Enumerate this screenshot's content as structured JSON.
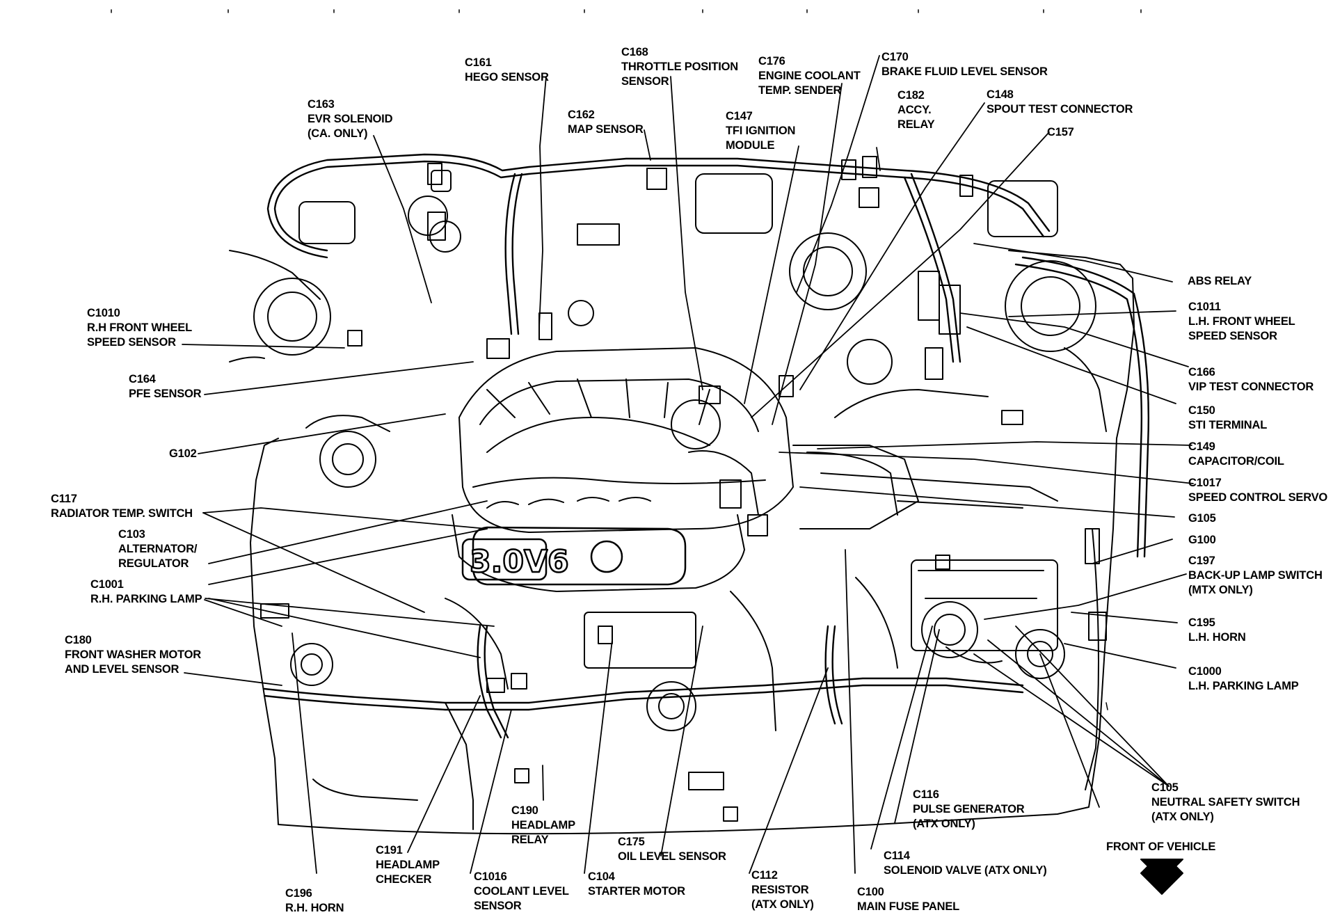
{
  "engine_badge": "3.0V6",
  "front_of_vehicle": "FRONT OF VEHICLE",
  "callouts": [
    {
      "id": "c161",
      "lines": [
        "C161",
        "HEGO SENSOR"
      ]
    },
    {
      "id": "c168",
      "lines": [
        "C168",
        "THROTTLE POSITION",
        "SENSOR"
      ]
    },
    {
      "id": "c176",
      "lines": [
        "C176",
        "ENGINE COOLANT",
        "TEMP. SENDER"
      ]
    },
    {
      "id": "c170",
      "lines": [
        "C170",
        "BRAKE FLUID LEVEL SENSOR"
      ]
    },
    {
      "id": "c163",
      "lines": [
        "C163",
        "EVR SOLENOID",
        "(CA. ONLY)"
      ]
    },
    {
      "id": "c162",
      "lines": [
        "C162",
        "MAP SENSOR"
      ]
    },
    {
      "id": "c147",
      "lines": [
        "C147",
        "TFI IGNITION",
        "MODULE"
      ]
    },
    {
      "id": "c182",
      "lines": [
        "C182",
        "ACCY.",
        "RELAY"
      ]
    },
    {
      "id": "c148",
      "lines": [
        "C148",
        "SPOUT TEST CONNECTOR"
      ]
    },
    {
      "id": "c157",
      "lines": [
        "C157"
      ]
    },
    {
      "id": "abs",
      "lines": [
        "ABS RELAY"
      ]
    },
    {
      "id": "c1010",
      "lines": [
        "C1010",
        "R.H FRONT WHEEL",
        "SPEED SENSOR"
      ]
    },
    {
      "id": "c1011",
      "lines": [
        "C1011",
        "L.H. FRONT WHEEL",
        "SPEED SENSOR"
      ]
    },
    {
      "id": "c164",
      "lines": [
        "C164",
        "PFE SENSOR"
      ]
    },
    {
      "id": "c166",
      "lines": [
        "C166",
        "VIP TEST CONNECTOR"
      ]
    },
    {
      "id": "c150",
      "lines": [
        "C150",
        "STI TERMINAL"
      ]
    },
    {
      "id": "g102",
      "lines": [
        "G102"
      ]
    },
    {
      "id": "c149",
      "lines": [
        "C149",
        "CAPACITOR/COIL"
      ]
    },
    {
      "id": "c117",
      "lines": [
        "C117",
        "RADIATOR TEMP. SWITCH"
      ]
    },
    {
      "id": "c1017",
      "lines": [
        "C1017",
        "SPEED CONTROL SERVO"
      ]
    },
    {
      "id": "g105",
      "lines": [
        "G105"
      ]
    },
    {
      "id": "c103",
      "lines": [
        "C103",
        "ALTERNATOR/",
        "REGULATOR"
      ]
    },
    {
      "id": "g100",
      "lines": [
        "G100"
      ]
    },
    {
      "id": "c197",
      "lines": [
        "C197",
        "BACK-UP LAMP SWITCH",
        "(MTX ONLY)"
      ]
    },
    {
      "id": "c1001",
      "lines": [
        "C1001",
        "R.H. PARKING LAMP"
      ]
    },
    {
      "id": "c195",
      "lines": [
        "C195",
        "L.H. HORN"
      ]
    },
    {
      "id": "c180",
      "lines": [
        "C180",
        "FRONT WASHER MOTOR",
        "AND LEVEL SENSOR"
      ]
    },
    {
      "id": "c1000",
      "lines": [
        "C1000",
        "L.H. PARKING LAMP"
      ]
    },
    {
      "id": "c105",
      "lines": [
        "C105",
        "NEUTRAL SAFETY SWITCH",
        "(ATX ONLY)"
      ]
    },
    {
      "id": "c116",
      "lines": [
        "C116",
        "PULSE GENERATOR",
        "(ATX ONLY)"
      ]
    },
    {
      "id": "c190",
      "lines": [
        "C190",
        "HEADLAMP",
        "RELAY"
      ]
    },
    {
      "id": "c175",
      "lines": [
        "C175",
        "OIL LEVEL SENSOR"
      ]
    },
    {
      "id": "c114",
      "lines": [
        "C114",
        "SOLENOID VALVE (ATX ONLY)"
      ]
    },
    {
      "id": "c191",
      "lines": [
        "C191",
        "HEADLAMP",
        "CHECKER"
      ]
    },
    {
      "id": "c1016",
      "lines": [
        "C1016",
        "COOLANT LEVEL",
        "SENSOR"
      ]
    },
    {
      "id": "c104",
      "lines": [
        "C104",
        "STARTER MOTOR"
      ]
    },
    {
      "id": "c112",
      "lines": [
        "C112",
        "RESISTOR",
        "(ATX ONLY)"
      ]
    },
    {
      "id": "c196",
      "lines": [
        "C196",
        "R.H. HORN"
      ]
    },
    {
      "id": "c100",
      "lines": [
        "C100",
        "MAIN FUSE PANEL"
      ]
    }
  ]
}
